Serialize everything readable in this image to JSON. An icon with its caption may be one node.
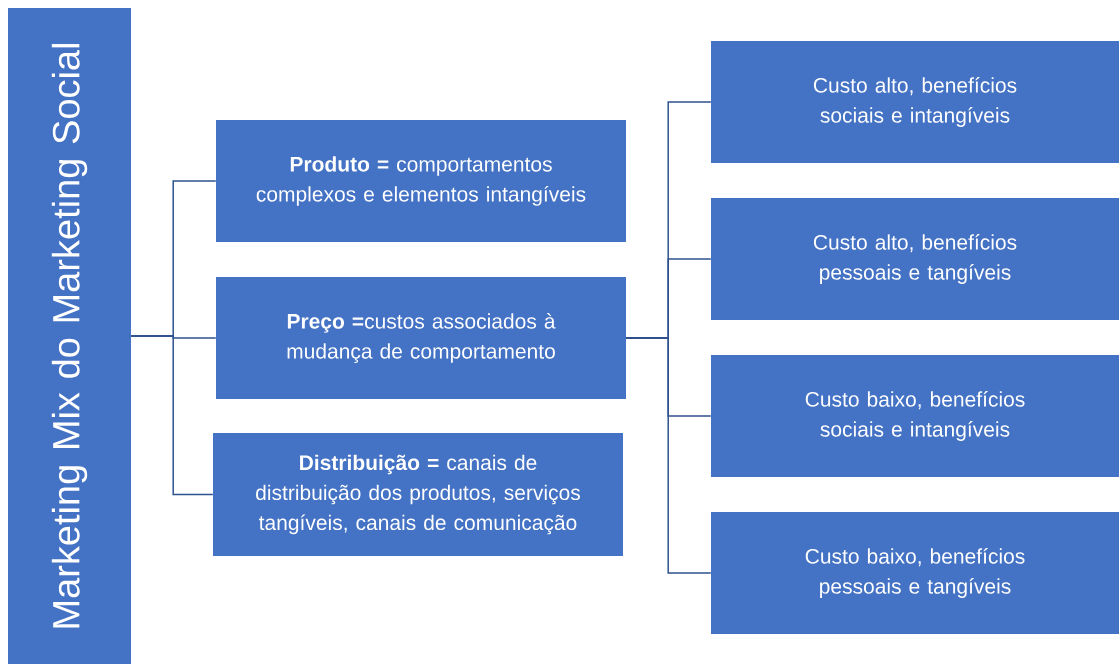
{
  "diagram": {
    "nodes": [
      {
        "text": [
          "Marketing Mix do Marketing Social"
        ]
      },
      {
        "text": [
          "**Produto =** comportamentos complexos e elementos intangíveis"
        ]
      },
      {
        "text": [
          "**Preço =**custos associados à mudança de comportamento"
        ]
      },
      {
        "text": [
          "**Distribuição =** canais de distribuição dos produtos, serviços tangíveis, canais de comunicação"
        ]
      },
      {
        "text": [
          "Custo alto, benefícios sociais e intangíveis"
        ]
      },
      {
        "text": [
          "Custo alto, benefícios pessoais e tangíveis"
        ]
      },
      {
        "text": [
          "Custo baixo, benefícios sociais e intangíveis"
        ]
      },
      {
        "text": [
          "Custo baixo, benefícios pessoais e tangíveis"
        ]
      }
    ],
    "edges": [
      {
        "from": 0,
        "to": 1,
        "arrow": "none"
      },
      {
        "from": 0,
        "to": 2,
        "arrow": "none"
      },
      {
        "from": 0,
        "to": 3,
        "arrow": "none"
      },
      {
        "from": 2,
        "to": 4,
        "arrow": "none"
      },
      {
        "from": 2,
        "to": 5,
        "arrow": "none"
      },
      {
        "from": 2,
        "to": 6,
        "arrow": "none"
      },
      {
        "from": 2,
        "to": 7,
        "arrow": "none"
      }
    ]
  }
}
